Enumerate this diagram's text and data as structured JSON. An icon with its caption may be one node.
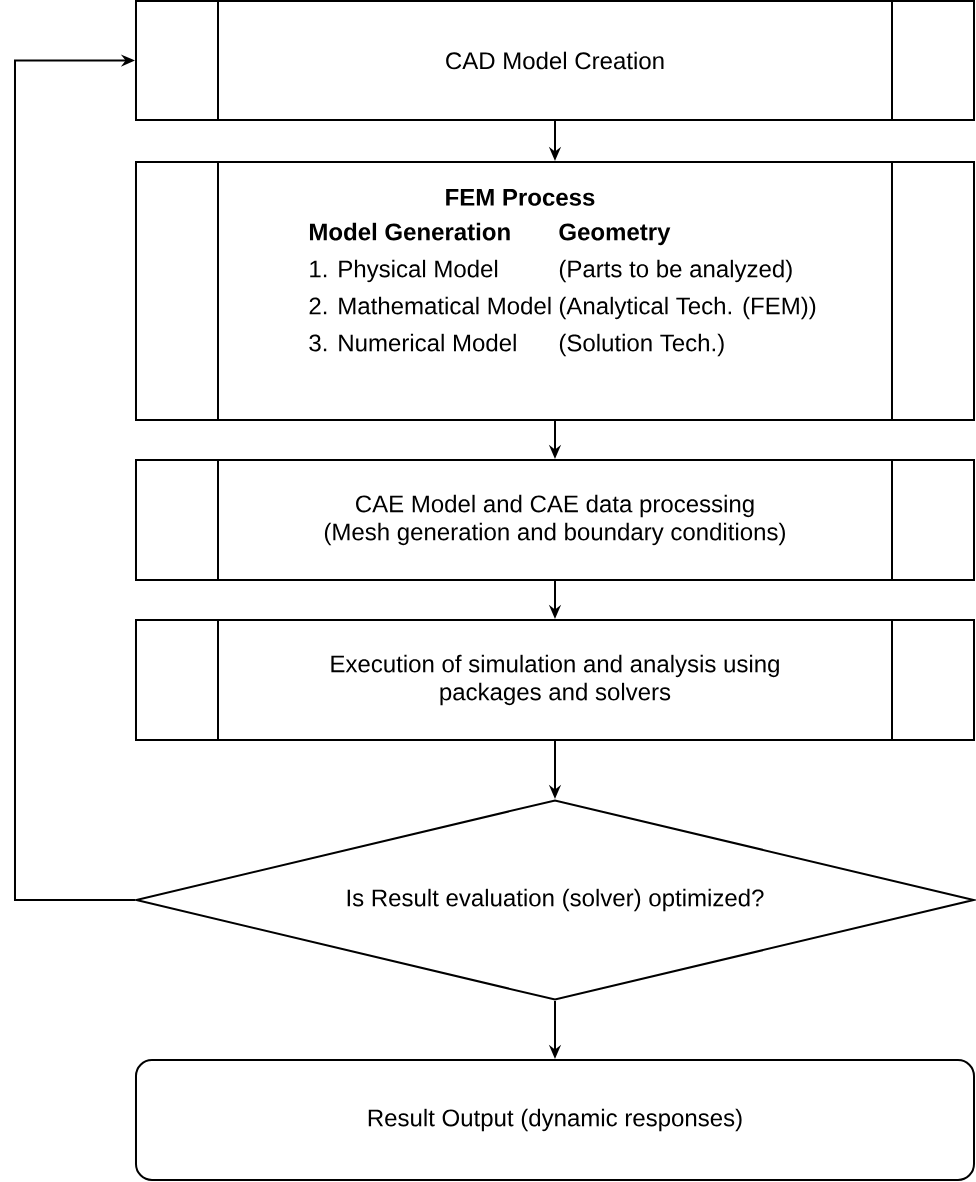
{
  "diagram": {
    "nodes": [
      {
        "text": [
          "CAD Model Creation"
        ]
      },
      {
        "text": [
          "FEM Process",
          "Model Generation",
          "Geometry",
          "1. Physical Model",
          "(Parts to be analyzed)",
          "2. Mathematical Model",
          "(Analytical Tech. (FEM))",
          "3. Numerical Model",
          "(Solution Tech.)"
        ]
      },
      {
        "text": [
          "CAE Model and CAE data processing (Mesh generation and boundary conditions)"
        ]
      },
      {
        "text": [
          "Execution of simulation and analysis using packages and solvers"
        ]
      },
      {
        "text": [
          "Is Result evaluation (solver) optimized?"
        ]
      },
      {
        "text": [
          "Result Output (dynamic responses)"
        ]
      }
    ],
    "edges": [
      {
        "from": 0,
        "to": 1,
        "arrow": "to"
      },
      {
        "from": 1,
        "to": 2,
        "arrow": "to"
      },
      {
        "from": 2,
        "to": 3,
        "arrow": "to"
      },
      {
        "from": 3,
        "to": 4,
        "arrow": "to"
      },
      {
        "from": 4,
        "to": 5,
        "arrow": "to"
      },
      {
        "from": 4,
        "to": 0,
        "arrow": "to"
      }
    ]
  }
}
